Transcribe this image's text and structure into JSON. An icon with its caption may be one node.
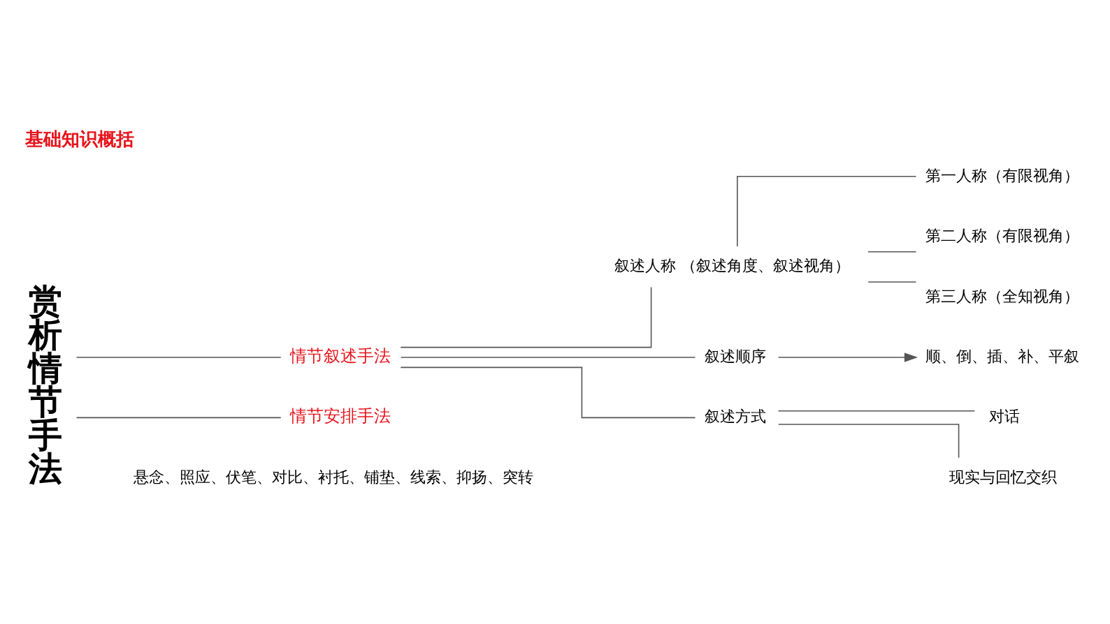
{
  "diagram": {
    "title": "基础知识概括",
    "nodes": [
      {
        "text": [
          "赏析情节手法"
        ]
      },
      {
        "text": [
          "情节叙述手法"
        ]
      },
      {
        "text": [
          "情节安排手法"
        ],
        "beside": [
          "悬念、照应、伏笔、对比、衬托、铺垫、线索、抑扬、突转"
        ]
      },
      {
        "text": [
          "叙述人称 （叙述角度、叙述视角）"
        ]
      },
      {
        "text": [
          "叙述顺序"
        ]
      },
      {
        "text": [
          "叙述方式"
        ]
      },
      {
        "text": [
          "第一人称（有限视角）"
        ]
      },
      {
        "text": [
          "第二人称（有限视角）"
        ]
      },
      {
        "text": [
          "第三人称（全知视角）"
        ]
      },
      {
        "text": [
          "顺、倒、插、补、平叙"
        ]
      },
      {
        "text": [
          "对话"
        ]
      },
      {
        "text": [
          "现实与回忆交织"
        ]
      }
    ],
    "edges": [
      {
        "from": 0,
        "to": 1,
        "arrow": "none"
      },
      {
        "from": 0,
        "to": 2,
        "arrow": "none"
      },
      {
        "from": 1,
        "to": 3,
        "arrow": "none"
      },
      {
        "from": 1,
        "to": 4,
        "arrow": "none"
      },
      {
        "from": 1,
        "to": 5,
        "arrow": "none"
      },
      {
        "from": 3,
        "to": 6,
        "arrow": "none"
      },
      {
        "from": 3,
        "to": 7,
        "arrow": "none"
      },
      {
        "from": 3,
        "to": 8,
        "arrow": "none"
      },
      {
        "from": 4,
        "to": 9,
        "arrow": "to"
      },
      {
        "from": 5,
        "to": 10,
        "arrow": "none"
      },
      {
        "from": 5,
        "to": 11,
        "arrow": "none"
      }
    ]
  }
}
